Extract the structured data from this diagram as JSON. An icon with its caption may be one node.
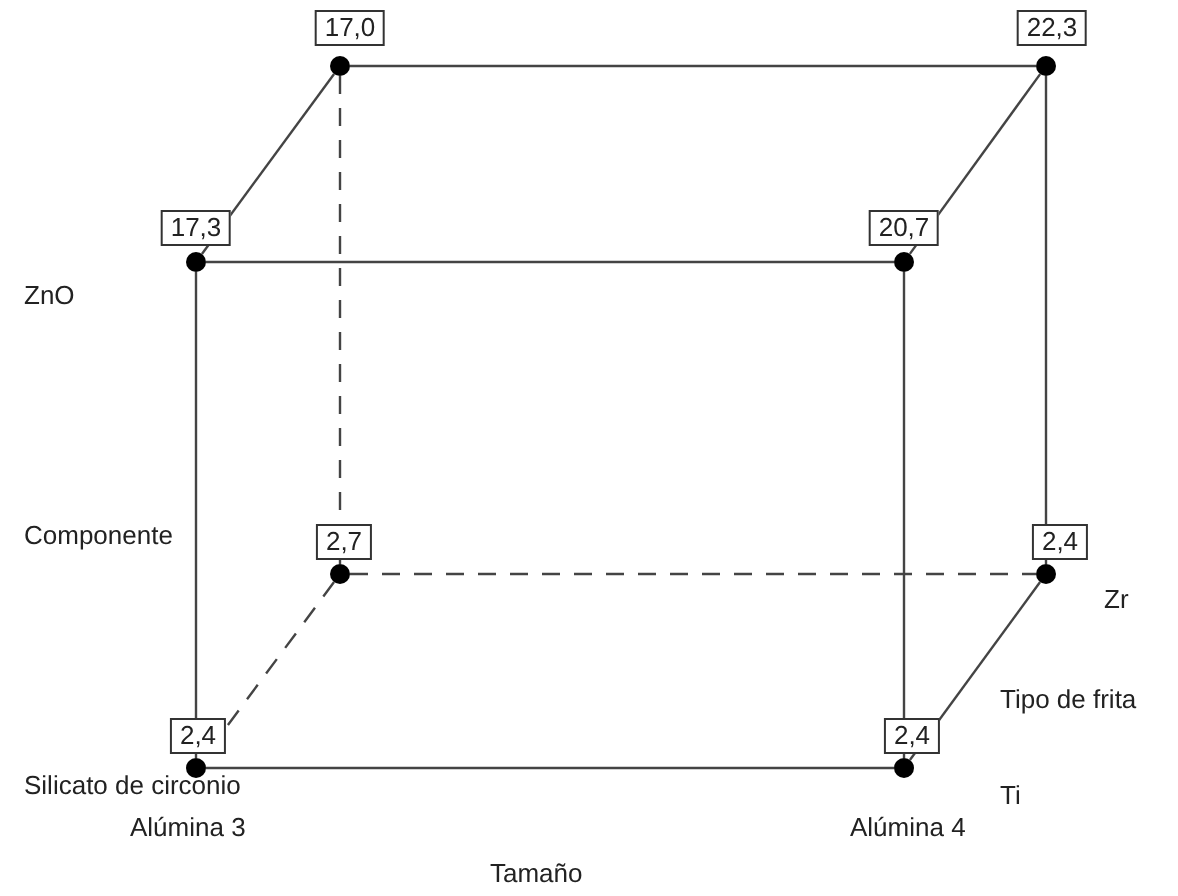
{
  "diagram": {
    "nodes": [
      {
        "text": [],
        "shape": "circle",
        "beside": [
          "17,0"
        ]
      },
      {
        "text": [],
        "shape": "circle",
        "beside": [
          "22,3"
        ]
      },
      {
        "text": [],
        "shape": "circle",
        "beside": [
          "17,3"
        ]
      },
      {
        "text": [],
        "shape": "circle",
        "beside": [
          "20,7"
        ]
      },
      {
        "text": [],
        "shape": "circle",
        "beside": [
          "2,7"
        ]
      },
      {
        "text": [],
        "shape": "circle",
        "beside": [
          "2,4"
        ]
      },
      {
        "text": [],
        "shape": "circle",
        "beside": [
          "2,4"
        ]
      },
      {
        "text": [],
        "shape": "circle",
        "beside": [
          "2,4"
        ]
      }
    ],
    "edges": [
      {
        "from": 0,
        "to": 1,
        "arrow": "none"
      },
      {
        "from": 0,
        "to": 2,
        "arrow": "none"
      },
      {
        "from": 1,
        "to": 3,
        "arrow": "none"
      },
      {
        "from": 2,
        "to": 3,
        "arrow": "none"
      },
      {
        "from": 0,
        "to": 4,
        "arrow": "none",
        "style": "dashed"
      },
      {
        "from": 1,
        "to": 5,
        "arrow": "none"
      },
      {
        "from": 2,
        "to": 6,
        "arrow": "none"
      },
      {
        "from": 3,
        "to": 7,
        "arrow": "none"
      },
      {
        "from": 4,
        "to": 5,
        "arrow": "none",
        "style": "dashed"
      },
      {
        "from": 4,
        "to": 6,
        "arrow": "none",
        "style": "dashed"
      },
      {
        "from": 5,
        "to": 7,
        "arrow": "none"
      },
      {
        "from": 6,
        "to": 7,
        "arrow": "none"
      }
    ],
    "labels": [
      "ZnO",
      "Componente",
      "Zr",
      "Tipo de frita",
      "Silicato de circonio",
      "Ti",
      "Alúmina 3",
      "Alúmina 4",
      "Tamaño"
    ]
  }
}
